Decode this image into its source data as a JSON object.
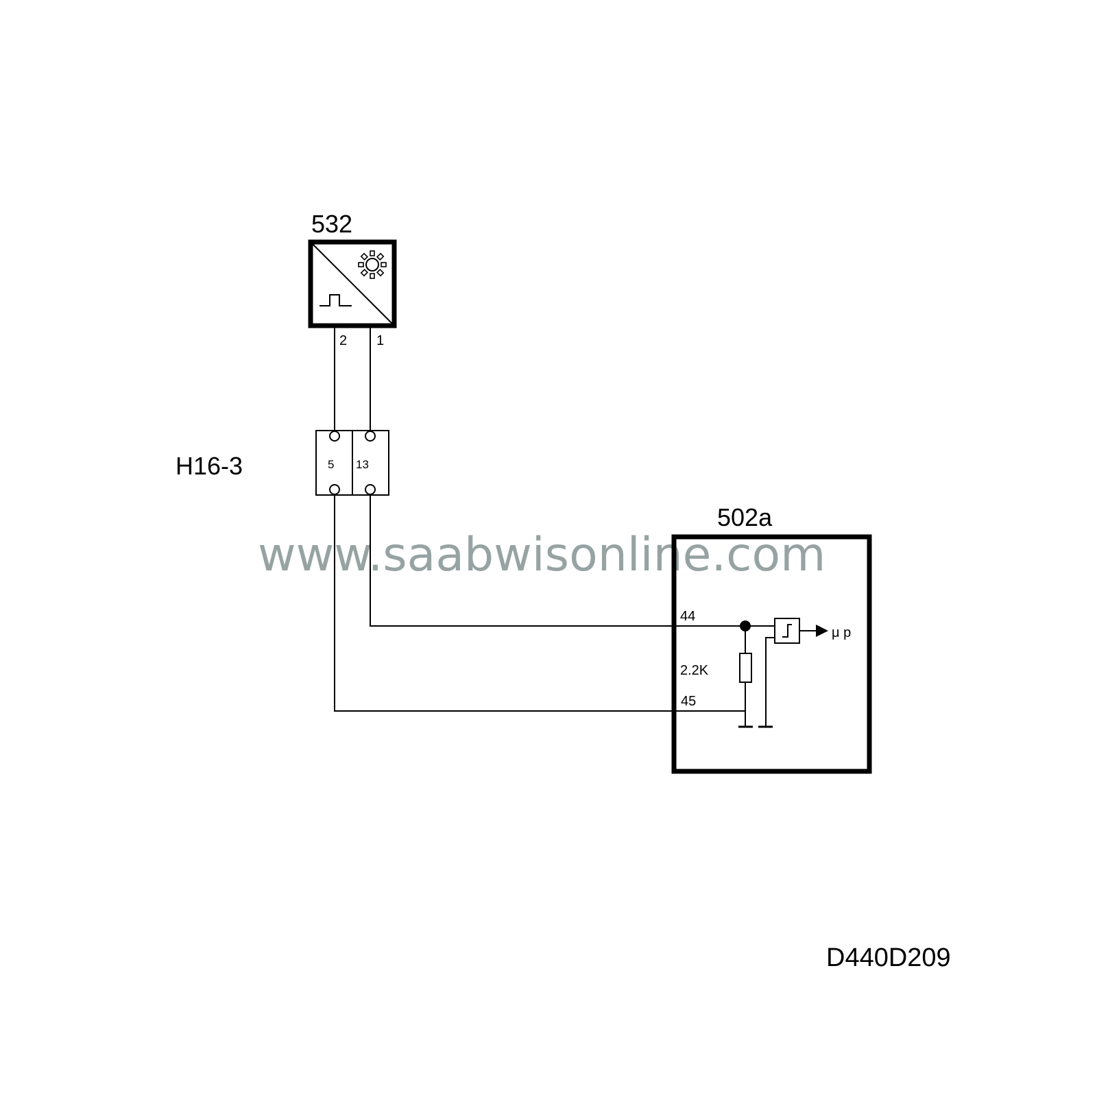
{
  "diagram": {
    "type": "wiring-schematic",
    "drawing_id": "D440D209",
    "watermark": "www.saabwisonline.com",
    "colors": {
      "line": "#000000",
      "watermark": "#97a3a3",
      "background": "#ffffff"
    },
    "components": [
      {
        "id": "532",
        "label": "532",
        "kind": "sensor",
        "symbols": [
          "light-sun-icon",
          "pulse-signal-icon"
        ],
        "pins": [
          {
            "number": "2"
          },
          {
            "number": "1"
          }
        ]
      },
      {
        "id": "H16-3",
        "label": "H16-3",
        "kind": "connector",
        "cavities": [
          {
            "number": "5"
          },
          {
            "number": "13"
          }
        ]
      },
      {
        "id": "502a",
        "label": "502a",
        "kind": "control-module",
        "pins": [
          {
            "number": "44"
          },
          {
            "number": "45"
          }
        ],
        "internal": {
          "resistor_value": "2.2K",
          "schmitt_trigger": true,
          "output_label": "μ p"
        }
      }
    ],
    "connections": [
      {
        "from": "532 pin 2",
        "via": "H16-3 cavity 5",
        "to": "502a pin 45"
      },
      {
        "from": "532 pin 1",
        "via": "H16-3 cavity 13",
        "to": "502a pin 44"
      }
    ]
  }
}
